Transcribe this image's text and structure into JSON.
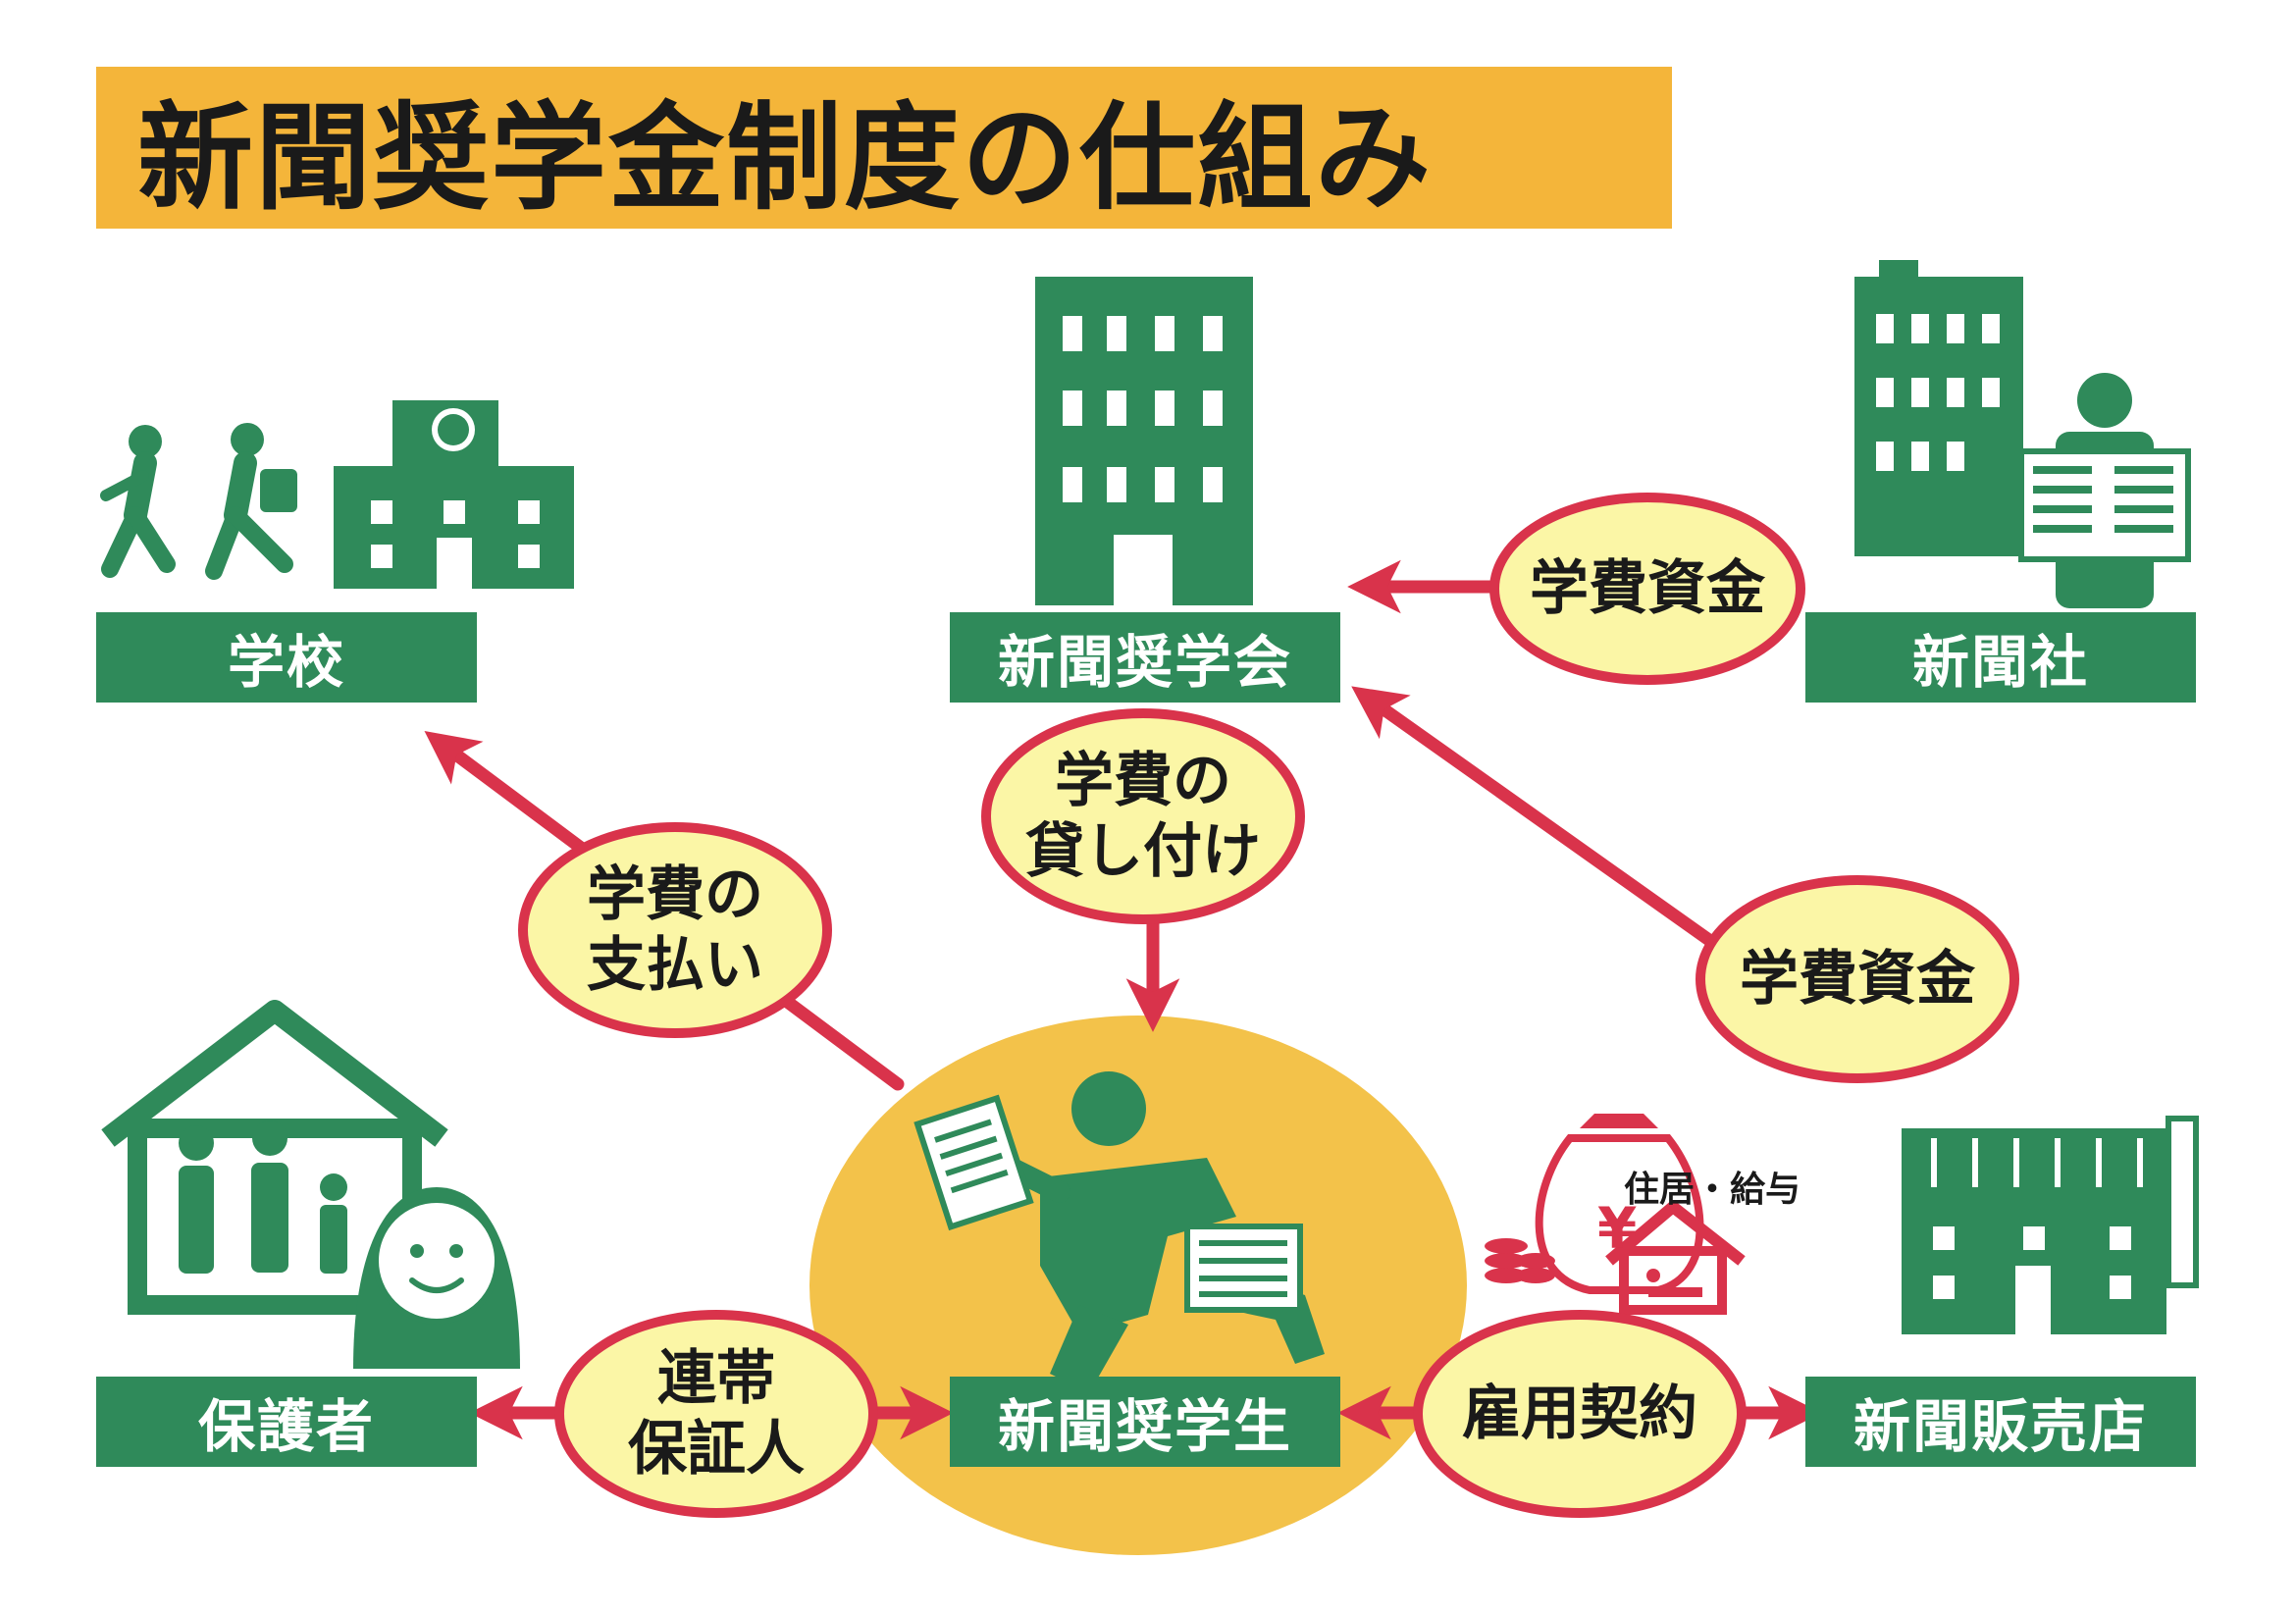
{
  "title": "新聞奨学金制度の仕組み",
  "nodes": {
    "school": "学校",
    "foundation": "新聞奨学会",
    "newspaper_company": "新聞社",
    "guardian": "保護者",
    "student": "新聞奨学生",
    "store": "新聞販売店"
  },
  "bubbles": {
    "tuition_funds_top": "学費資金",
    "tuition_payment": "学費の\n支払い",
    "tuition_loan": "学費の\n貸し付け",
    "tuition_funds_right": "学費資金",
    "joint_guarantor": "連帯\n保証人",
    "employment_contract": "雇用契約"
  },
  "captions": {
    "housing_salary": "住居・給与",
    "yen_symbol": "¥"
  },
  "colors": {
    "green": "#2f8a5a",
    "red": "#d9334b",
    "title_bg": "#f4b53a",
    "bubble_fill": "#fbf6a6",
    "student_circle": "#f3c24a"
  }
}
